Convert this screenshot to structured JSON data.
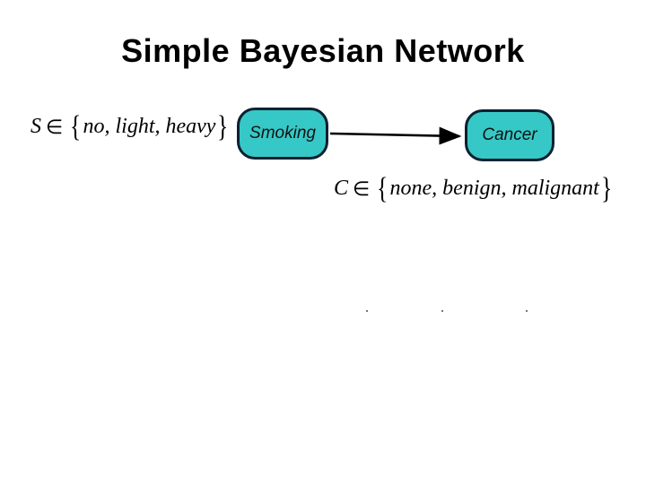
{
  "slide": {
    "title": "Simple Bayesian Network"
  },
  "nodes": {
    "smoking": {
      "label": "Smoking"
    },
    "cancer": {
      "label": "Cancer"
    }
  },
  "domains": {
    "smoking": {
      "variable": "S",
      "element_of": "∈",
      "values": "no, light, heavy"
    },
    "cancer": {
      "variable": "C",
      "element_of": "∈",
      "values": "none, benign, malignant"
    }
  },
  "colors": {
    "node_fill": "#36c8c6",
    "node_border": "#0c2030",
    "edge": "#000000"
  }
}
